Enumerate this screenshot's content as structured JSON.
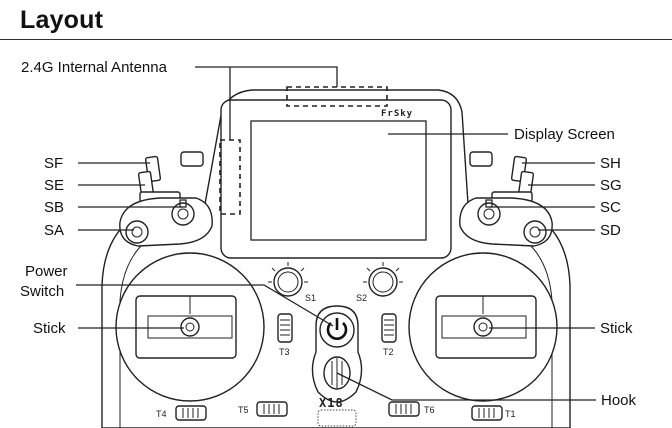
{
  "page": {
    "title": "Layout"
  },
  "callouts": {
    "antenna": "2.4G Internal Antenna",
    "display": "Display Screen",
    "sf": "SF",
    "se": "SE",
    "sb": "SB",
    "sa": "SA",
    "sh": "SH",
    "sg": "SG",
    "sc": "SC",
    "sd": "SD",
    "power_line1": "Power",
    "power_line2": "Switch",
    "stick_left": "Stick",
    "stick_right": "Stick",
    "hook": "Hook"
  },
  "device": {
    "brand": "FrSky",
    "model": "X18",
    "controls": {
      "s1": "S1",
      "s2": "S2",
      "t1": "T1",
      "t2": "T2",
      "t3": "T3",
      "t4": "T4",
      "t5": "T5",
      "t6": "T6"
    }
  }
}
